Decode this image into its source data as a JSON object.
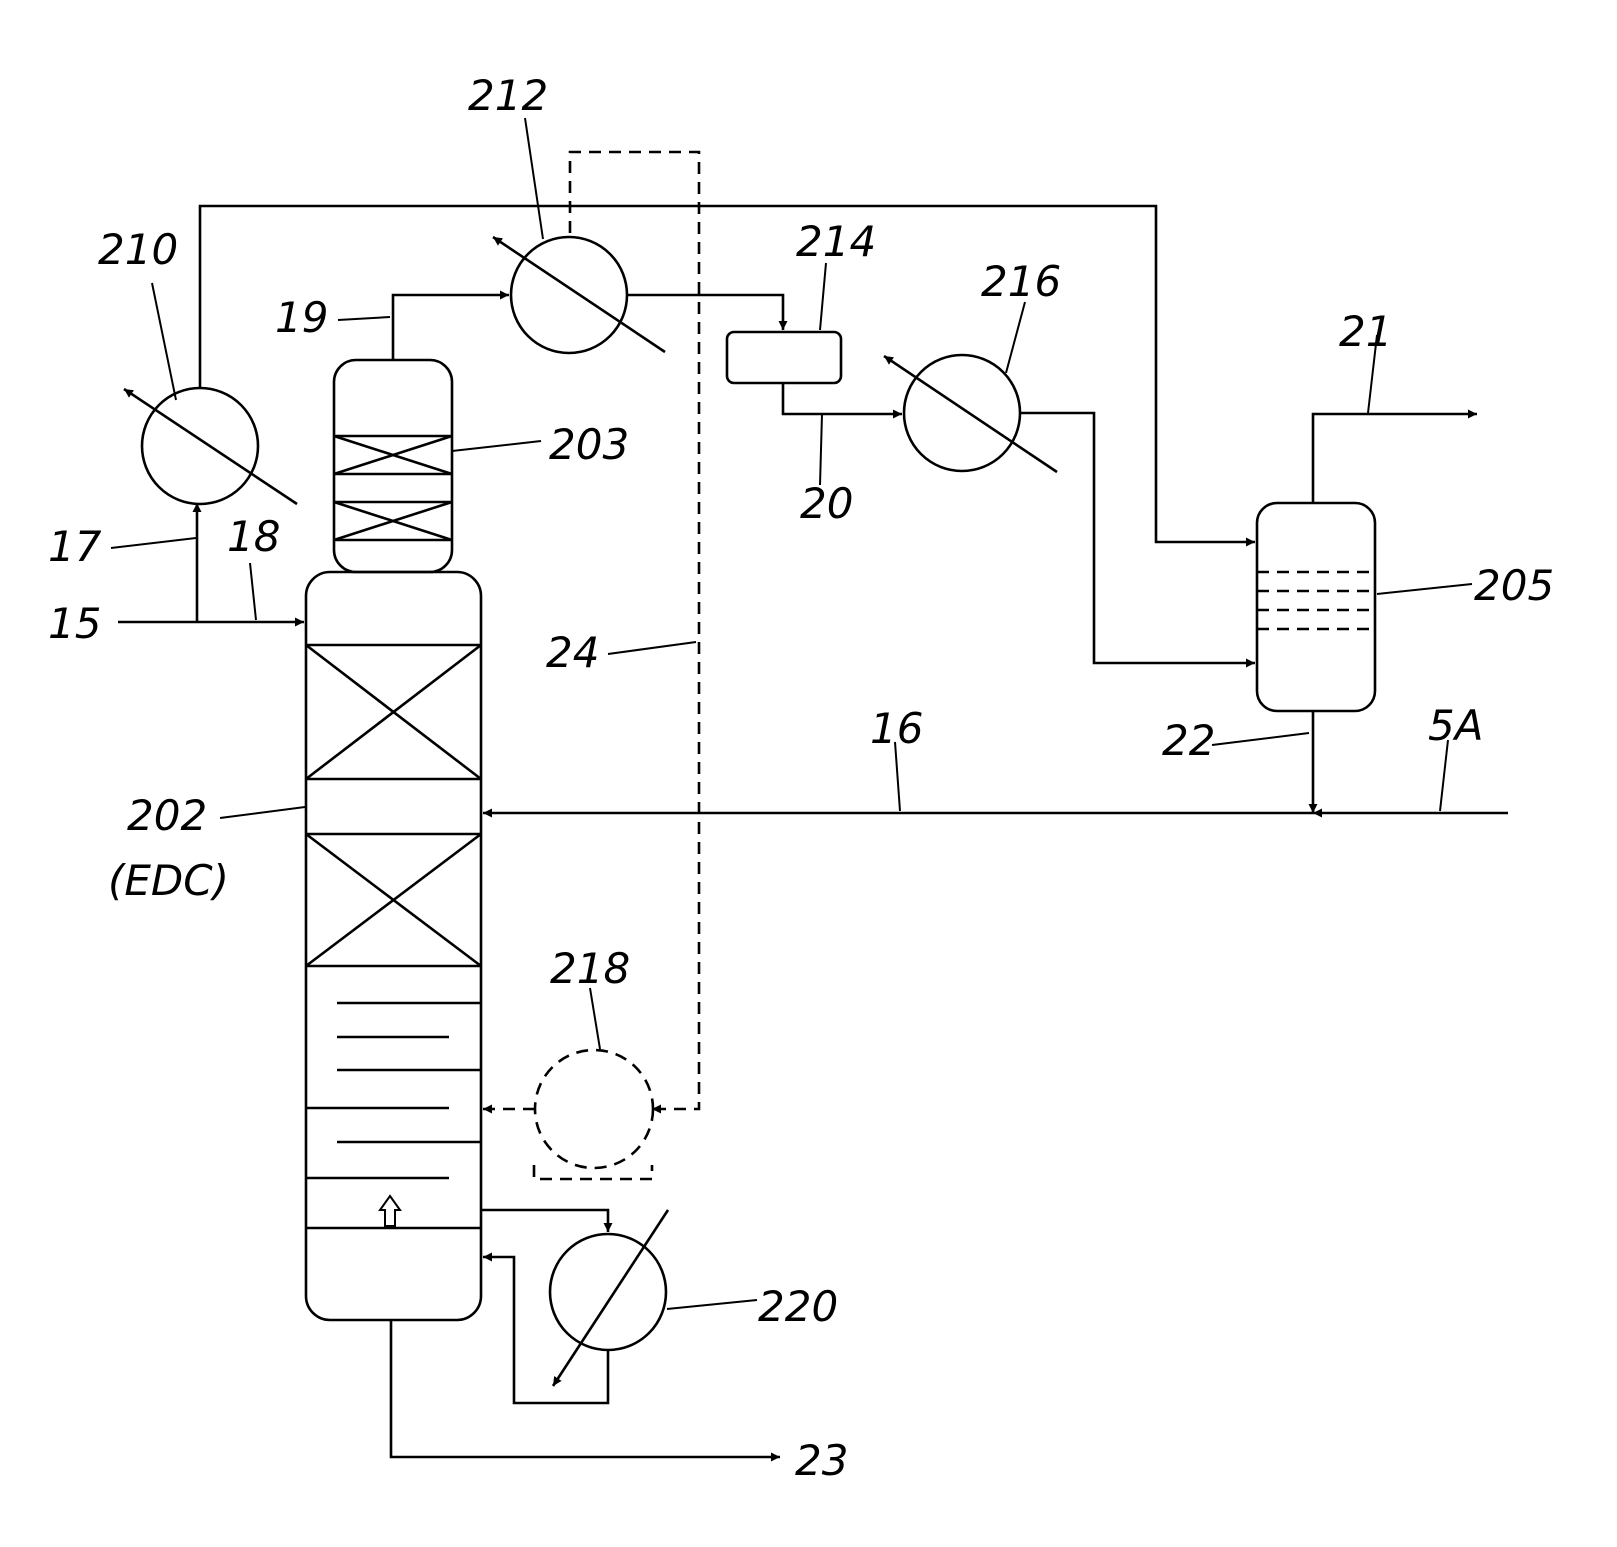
{
  "labels": {
    "column": "202",
    "column_sub": "(EDC)",
    "top_section": "203",
    "separator": "205",
    "exchanger_210": "210",
    "condenser_212": "212",
    "drum_214": "214",
    "exchanger_216": "216",
    "pump_218": "218",
    "reboiler_220": "220",
    "stream_15": "15",
    "stream_16": "16",
    "stream_17": "17",
    "stream_18": "18",
    "stream_19": "19",
    "stream_20": "20",
    "stream_21": "21",
    "stream_22": "22",
    "stream_23": "23",
    "stream_24": "24",
    "stream_5A": "5A"
  }
}
